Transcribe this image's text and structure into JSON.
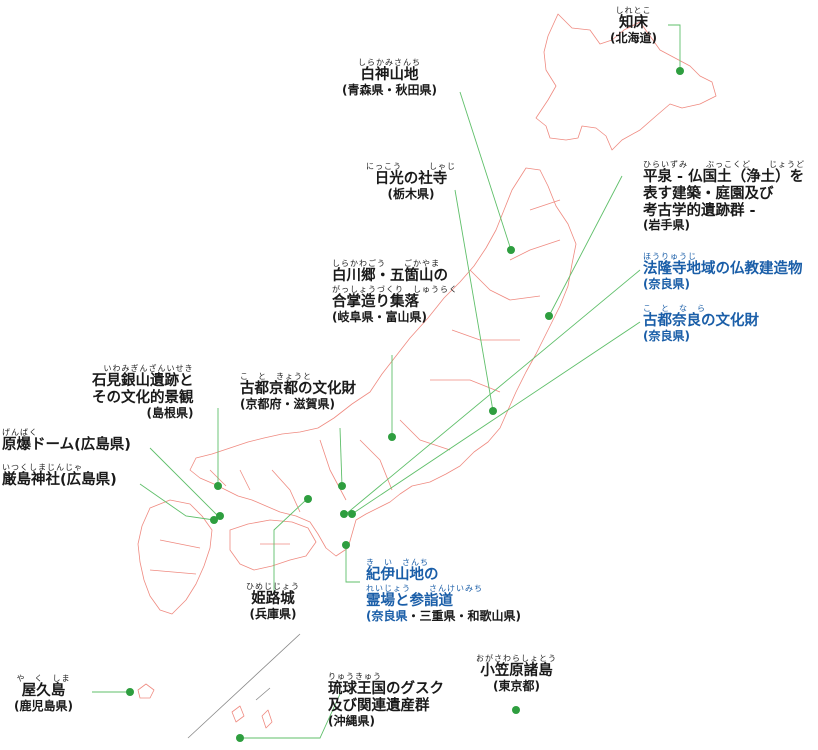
{
  "colors": {
    "coast": "#ef8a80",
    "leader": "#5fbf6a",
    "marker": "#2e9e3f",
    "blue_text": "#1a5ea8",
    "text": "#1a1a1a"
  },
  "sites": {
    "shiretoko": {
      "ruby": "しれとこ",
      "name": "知床",
      "pref": "(北海道)"
    },
    "shirakami": {
      "ruby": "しらかみさんち",
      "name": "白神山地",
      "pref": "(青森県・秋田県)"
    },
    "nikko": {
      "ruby": "にっこう　　　しゃじ",
      "name": "日光の社寺",
      "pref": "(栃木県)"
    },
    "hiraizumi": {
      "ruby": "ひらいずみ　　ぶっこくど　　じょうど",
      "name_lines": [
        "平泉 - 仏国土（浄土）を",
        "表す建築・庭園及び",
        "考古学的遺跡群 -"
      ],
      "pref": "(岩手県)"
    },
    "horyuji": {
      "ruby": "ほうりゅうじ",
      "name": "法隆寺地域の仏教建造物",
      "pref": "(奈良県)"
    },
    "nara": {
      "ruby": "こ　と　な　ら",
      "name": "古都奈良の文化財",
      "pref": "(奈良県)"
    },
    "shirakawago": {
      "ruby1": "しらかわごう　　ごかやま",
      "line1": "白川郷・五箇山の",
      "ruby2": "がっしょうづくり　しゅうらく",
      "line2": "合掌造り集落",
      "pref": "(岐阜県・富山県)"
    },
    "kyoto": {
      "ruby": "こ　と　きょうと",
      "name": "古都京都の文化財",
      "pref": "(京都府・滋賀県)"
    },
    "iwami": {
      "ruby": "いわみぎんざんいせき",
      "line1": "石見銀山遺跡と",
      "line2": "その文化的景観",
      "pref": "(島根県)"
    },
    "genbaku": {
      "ruby": "げんばく",
      "name": "原爆ドーム(広島県)"
    },
    "itsukushima": {
      "ruby": "いつくしまじんじゃ",
      "name": "厳島神社(広島県)"
    },
    "himeji": {
      "ruby": "ひめじじょう",
      "name": "姫路城",
      "pref": "(兵庫県)"
    },
    "kii": {
      "ruby1": "き　い　さんち",
      "line1": "紀伊山地の",
      "ruby2": "れいじょう　　さんけいみち",
      "line2": "霊場と参詣道",
      "pref_blue": "(奈良県",
      "pref_rest": "・三重県・和歌山県)"
    },
    "yakushima": {
      "ruby": "や　く　しま",
      "name": "屋久島",
      "pref": "(鹿児島県)"
    },
    "ryukyu": {
      "ruby": "りゅうきゅう",
      "line1": "琉球王国のグスク",
      "line2": "及び関連遺産群",
      "pref": "(沖縄県)"
    },
    "ogasawara": {
      "ruby": "おがさわらしょとう",
      "name": "小笠原諸島",
      "pref": "(東京都)"
    }
  }
}
